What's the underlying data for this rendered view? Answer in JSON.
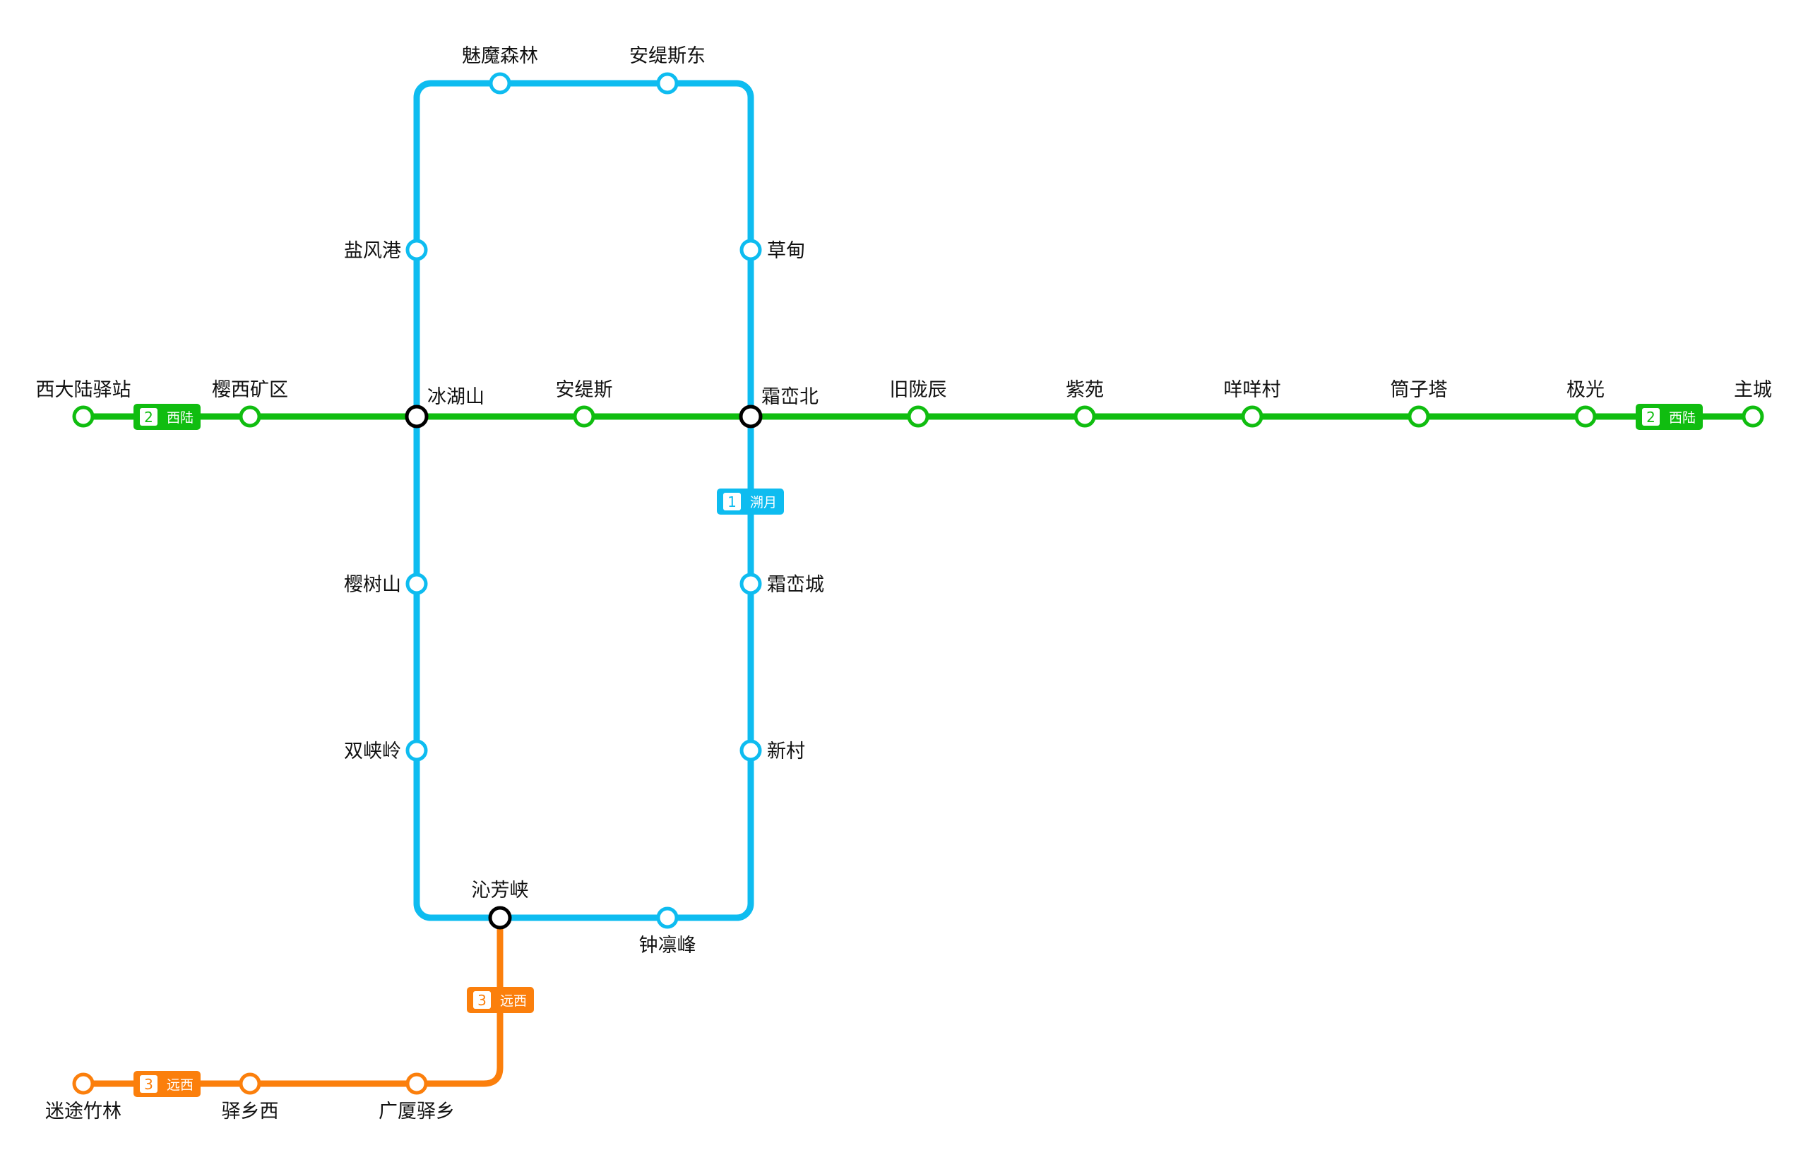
{
  "lines": [
    {
      "id": "line-1",
      "number": "1",
      "name": "溯月",
      "color": "#0ebcf0",
      "stations": [
        "魅魔森林",
        "安缇斯东",
        "草甸",
        "霜峦北",
        "霜峦城",
        "新村",
        "钟凛峰",
        "沁芳峡",
        "双峡岭",
        "樱树山",
        "冰湖山",
        "盐风港"
      ]
    },
    {
      "id": "line-2",
      "number": "2",
      "name": "西陆",
      "color": "#10bd10",
      "stations": [
        "西大陆驿站",
        "樱西矿区",
        "冰湖山",
        "安缇斯",
        "霜峦北",
        "旧陇辰",
        "紫苑",
        "咩咩村",
        "筒子塔",
        "极光",
        "主城"
      ]
    },
    {
      "id": "line-3",
      "number": "3",
      "name": "远西",
      "color": "#fb7f0c",
      "stations": [
        "沁芳峡",
        "广厦驿乡",
        "驿乡西",
        "迷途竹林"
      ]
    }
  ],
  "stations": {
    "west_continent": "西大陆驿站",
    "sakura_mine": "樱西矿区",
    "ice_lake": "冰湖山",
    "antis": "安缇斯",
    "frost_north": "霜峦北",
    "old_longchen": "旧陇辰",
    "ziyuan": "紫苑",
    "mie_village": "咩咩村",
    "tube_tower": "筒子塔",
    "aurora": "极光",
    "main_city": "主城",
    "charm_forest": "魅魔森林",
    "antis_east": "安缇斯东",
    "salt_wind": "盐风港",
    "meadow": "草甸",
    "sakura_hill": "樱树山",
    "frost_city": "霜峦城",
    "twin_gorge": "双峡岭",
    "new_village": "新村",
    "qinfang": "沁芳峡",
    "zhonglin": "钟凛峰",
    "lost_bamboo": "迷途竹林",
    "inn_west": "驿乡西",
    "mansion_inn": "广厦驿乡"
  },
  "interchanges": [
    "冰湖山",
    "霜峦北",
    "沁芳峡"
  ],
  "colors": {
    "background": "#ffffff",
    "interchange_ring": "#000000",
    "station_fill": "#ffffff",
    "text": "#111111"
  }
}
